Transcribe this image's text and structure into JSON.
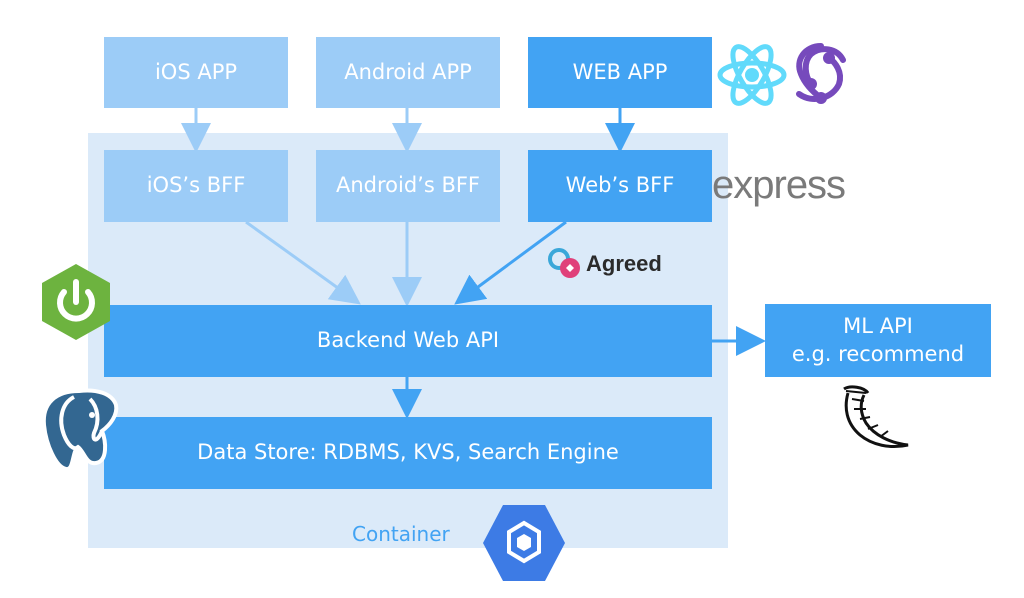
{
  "apps": {
    "ios": "iOS APP",
    "android": "Android APP",
    "web": "WEB APP"
  },
  "bffs": {
    "ios": "iOS’s BFF",
    "android": "Android’s BFF",
    "web": "Web’s BFF"
  },
  "backend": "Backend Web API",
  "datastore": "Data Store: RDBMS, KVS, Search Engine",
  "ml_api": [
    "ML API",
    "e.g. recommend"
  ],
  "container_label": "Container",
  "logos": {
    "express": "express",
    "agreed": "Agreed",
    "icon_names": [
      "react-icon",
      "redux-icon",
      "spring-boot-icon",
      "postgresql-icon",
      "flask-icon",
      "gke-icon",
      "agreed-icon"
    ]
  },
  "colors": {
    "light_box": "#9cccf7",
    "dark_box": "#42a3f3",
    "container_bg": "#dbeaf9",
    "arrow": "#42a3f3"
  }
}
